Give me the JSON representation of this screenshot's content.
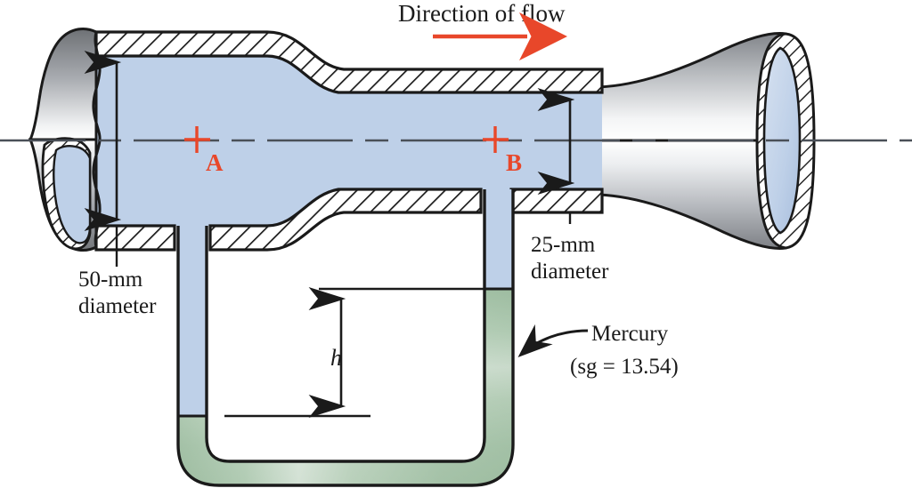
{
  "figure": {
    "name": "venturi-meter-diagram",
    "title": "Direction of flow"
  },
  "colors": {
    "fluid_blue": "#bed0e8",
    "mercury_green": "#b9d0bb",
    "accent_orange": "#e8472a",
    "outline": "#1a1a1a",
    "metal_light": "#fbfbfb",
    "metal_dark": "#8e9195"
  },
  "annotations": {
    "flow_label": "Direction of flow",
    "point_a": "A",
    "point_b": "B",
    "inlet_diameter_line1": "50-mm",
    "inlet_diameter_line2": "diameter",
    "throat_diameter_line1": "25-mm",
    "throat_diameter_line2": "diameter",
    "head_symbol": "h",
    "manometer_fluid_line1": "Mercury",
    "manometer_fluid_line2": "(sg = 13.54)"
  },
  "measurements": {
    "inlet_diameter_mm": 50,
    "throat_diameter_mm": 25,
    "manometer_fluid": "Mercury",
    "specific_gravity": 13.54,
    "differential_head_symbol": "h"
  }
}
